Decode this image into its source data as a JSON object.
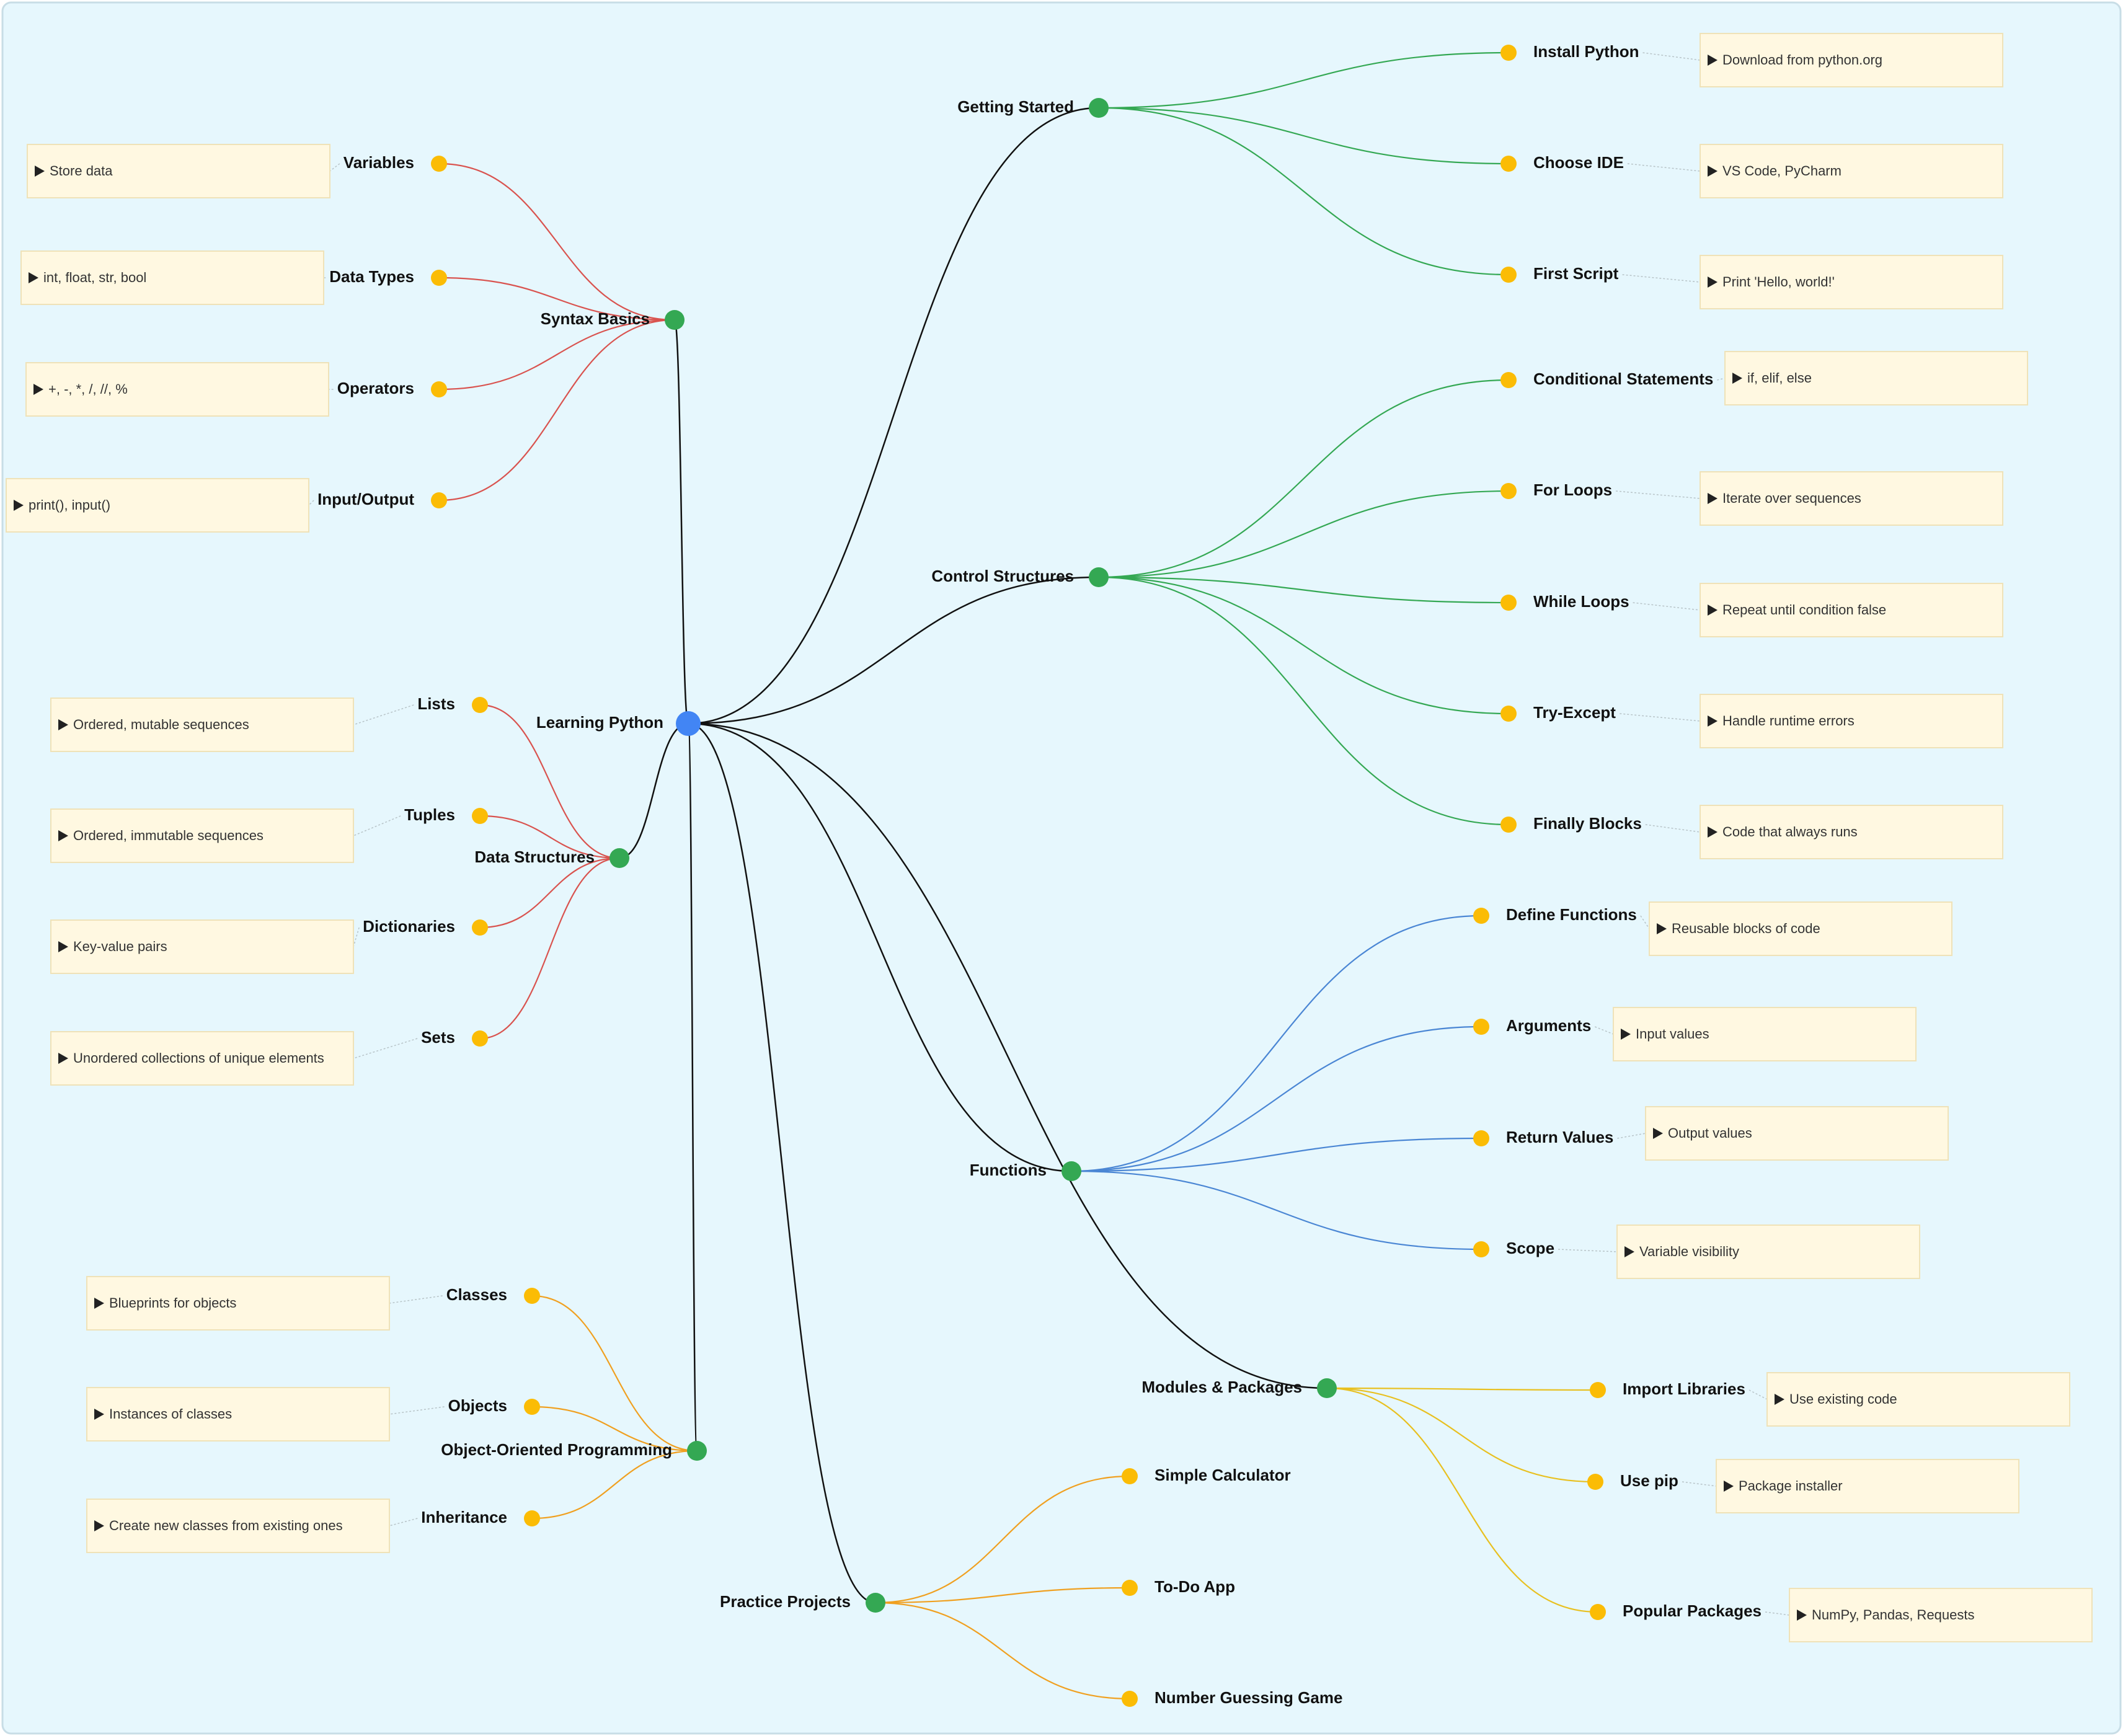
{
  "colors": {
    "background": "#e6f7fd",
    "root": "#4285f4",
    "branch": "#34a853",
    "leaf": "#fbbc05",
    "note_fill": "#fff8e1",
    "note_stroke": "#efe2b8",
    "link_main": "#111111",
    "link_red": "#d9534f",
    "link_green": "#34a853",
    "link_blue": "#4a86d4",
    "link_orange": "#f0a020",
    "link_yellow": "#e8c020"
  },
  "root": {
    "label": "Learning Python"
  },
  "branches": [
    {
      "label": "Getting Started",
      "color": "green",
      "leaves": [
        {
          "label": "Install Python",
          "note": "Download from python.org"
        },
        {
          "label": "Choose IDE",
          "note": "VS Code, PyCharm"
        },
        {
          "label": "First Script",
          "note": "Print 'Hello, world!'"
        }
      ]
    },
    {
      "label": "Control Structures",
      "color": "green",
      "leaves": [
        {
          "label": "Conditional Statements",
          "note": "if, elif, else"
        },
        {
          "label": "For Loops",
          "note": "Iterate over sequences"
        },
        {
          "label": "While Loops",
          "note": "Repeat until condition false"
        },
        {
          "label": "Try-Except",
          "note": "Handle runtime errors"
        },
        {
          "label": "Finally Blocks",
          "note": "Code that always runs"
        }
      ]
    },
    {
      "label": "Functions",
      "color": "blue",
      "leaves": [
        {
          "label": "Define Functions",
          "note": "Reusable blocks of code"
        },
        {
          "label": "Arguments",
          "note": "Input values"
        },
        {
          "label": "Return Values",
          "note": "Output values"
        },
        {
          "label": "Scope",
          "note": "Variable visibility"
        }
      ]
    },
    {
      "label": "Modules & Packages",
      "color": "yellow",
      "leaves": [
        {
          "label": "Import Libraries",
          "note": "Use existing code"
        },
        {
          "label": "Use pip",
          "note": "Package installer"
        },
        {
          "label": "Popular Packages",
          "note": "NumPy, Pandas, Requests"
        }
      ]
    },
    {
      "label": "Practice Projects",
      "color": "orange",
      "leaves": [
        {
          "label": "Simple Calculator"
        },
        {
          "label": "To-Do App"
        },
        {
          "label": "Number Guessing Game"
        }
      ]
    },
    {
      "label": "Syntax Basics",
      "color": "red",
      "leaves": [
        {
          "label": "Variables",
          "note": "Store data"
        },
        {
          "label": "Data Types",
          "note": "int, float, str, bool"
        },
        {
          "label": "Operators",
          "note": "+, -, *, /, //, %"
        },
        {
          "label": "Input/Output",
          "note": "print(), input()"
        }
      ]
    },
    {
      "label": "Data Structures",
      "color": "red",
      "leaves": [
        {
          "label": "Lists",
          "note": "Ordered, mutable sequences"
        },
        {
          "label": "Tuples",
          "note": "Ordered, immutable sequences"
        },
        {
          "label": "Dictionaries",
          "note": "Key-value pairs"
        },
        {
          "label": "Sets",
          "note": "Unordered collections of unique elements"
        }
      ]
    },
    {
      "label": "Object-Oriented Programming",
      "color": "orange",
      "leaves": [
        {
          "label": "Classes",
          "note": "Blueprints for objects"
        },
        {
          "label": "Objects",
          "note": "Instances of classes"
        },
        {
          "label": "Inheritance",
          "note": "Create new classes from existing ones"
        }
      ]
    }
  ]
}
